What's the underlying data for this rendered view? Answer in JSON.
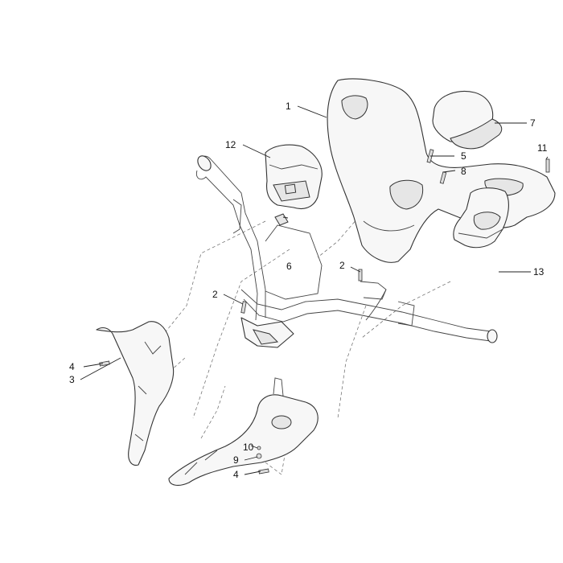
{
  "callouts": [
    {
      "id": "c1",
      "label": "1"
    },
    {
      "id": "c2a",
      "label": "2"
    },
    {
      "id": "c2b",
      "label": "2"
    },
    {
      "id": "c3",
      "label": "3"
    },
    {
      "id": "c4a",
      "label": "4"
    },
    {
      "id": "c4b",
      "label": "4"
    },
    {
      "id": "c5",
      "label": "5"
    },
    {
      "id": "c6",
      "label": "6"
    },
    {
      "id": "c7",
      "label": "7"
    },
    {
      "id": "c8",
      "label": "8"
    },
    {
      "id": "c9",
      "label": "9"
    },
    {
      "id": "c10",
      "label": "10"
    },
    {
      "id": "c11",
      "label": "11"
    },
    {
      "id": "c12",
      "label": "12"
    },
    {
      "id": "c13",
      "label": "13"
    }
  ]
}
